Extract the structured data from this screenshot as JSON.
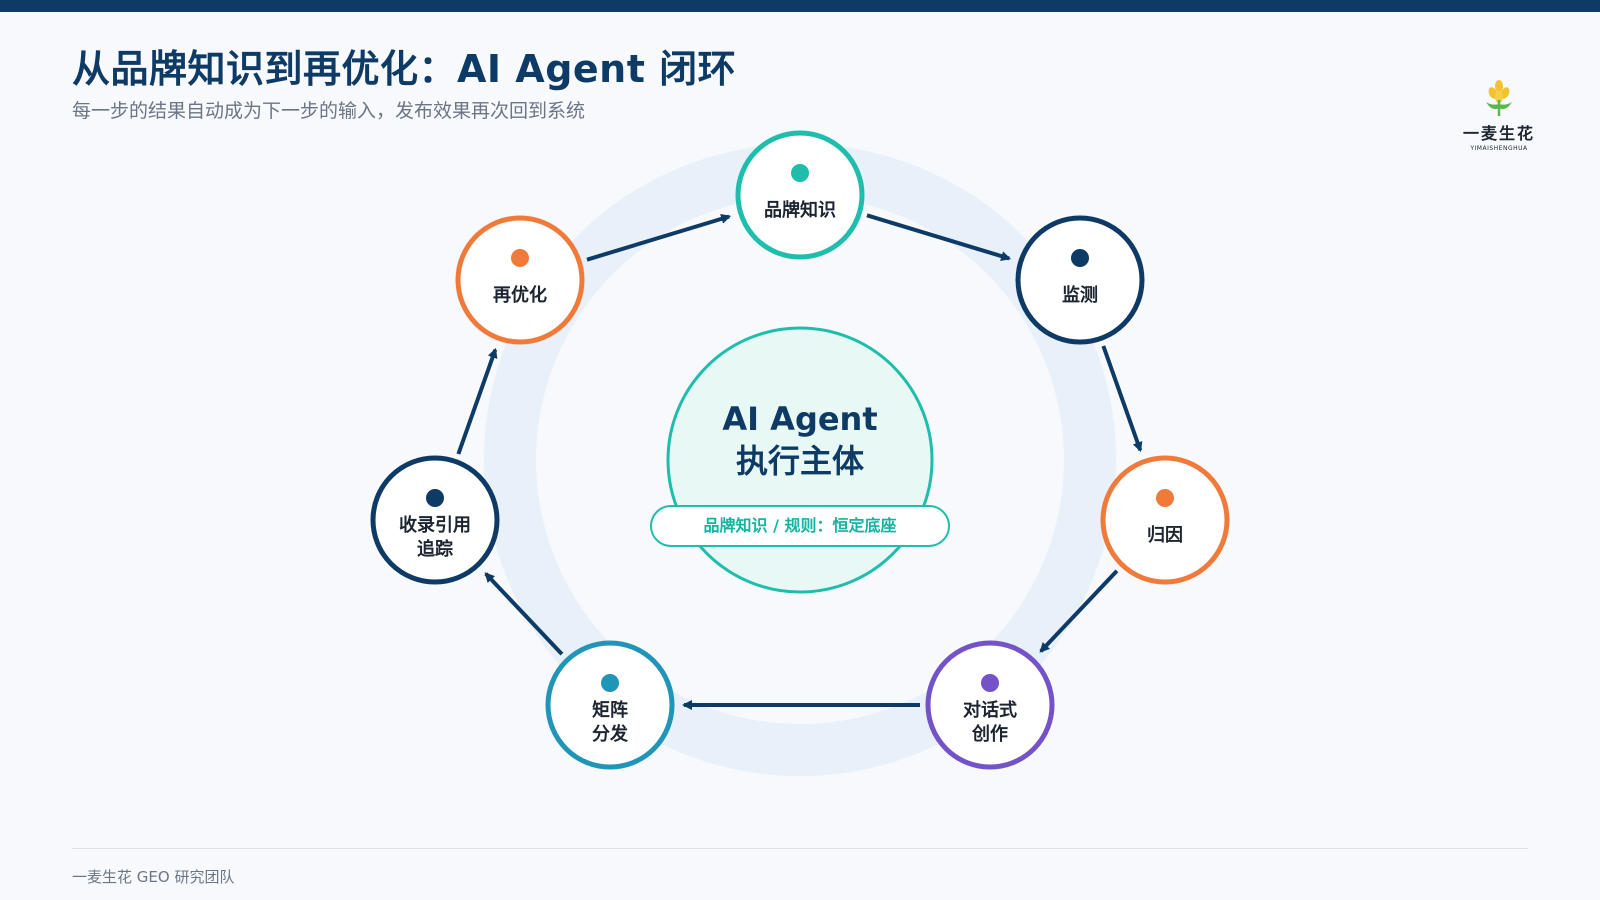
{
  "header": {
    "title": "从品牌知识到再优化：AI Agent 闭环",
    "subtitle": "每一步的结果自动成为下一步的输入，发布效果再次回到系统"
  },
  "logo": {
    "name_cn": "一麦生花",
    "name_en": "YIMAISHENGHUA"
  },
  "center": {
    "title_line1": "AI Agent",
    "title_line2": "执行主体",
    "pill": "品牌知识 / 规则：恒定底座"
  },
  "cycle": [
    {
      "id": "brand-knowledge",
      "line1": "品牌知识",
      "line2": "",
      "color": "#1fbdac"
    },
    {
      "id": "monitoring",
      "line1": "监测",
      "line2": "",
      "color": "#0e3a66"
    },
    {
      "id": "attribution",
      "line1": "归因",
      "line2": "",
      "color": "#f07a3a"
    },
    {
      "id": "conversational-creation",
      "line1": "对话式",
      "line2": "创作",
      "color": "#7452c8"
    },
    {
      "id": "matrix-distribution",
      "line1": "矩阵",
      "line2": "分发",
      "color": "#2095b8"
    },
    {
      "id": "indexing-citation-tracking",
      "line1": "收录引用",
      "line2": "追踪",
      "color": "#0e3a66"
    },
    {
      "id": "re-optimization",
      "line1": "再优化",
      "line2": "",
      "color": "#f07a3a"
    }
  ],
  "colors": {
    "navy": "#0e3a66",
    "teal": "#1fbdac",
    "orange": "#f07a3a",
    "purple": "#7452c8",
    "blue": "#2095b8",
    "ring": "#e8f0f9"
  },
  "footer": {
    "text": "一麦生花 GEO 研究团队"
  }
}
